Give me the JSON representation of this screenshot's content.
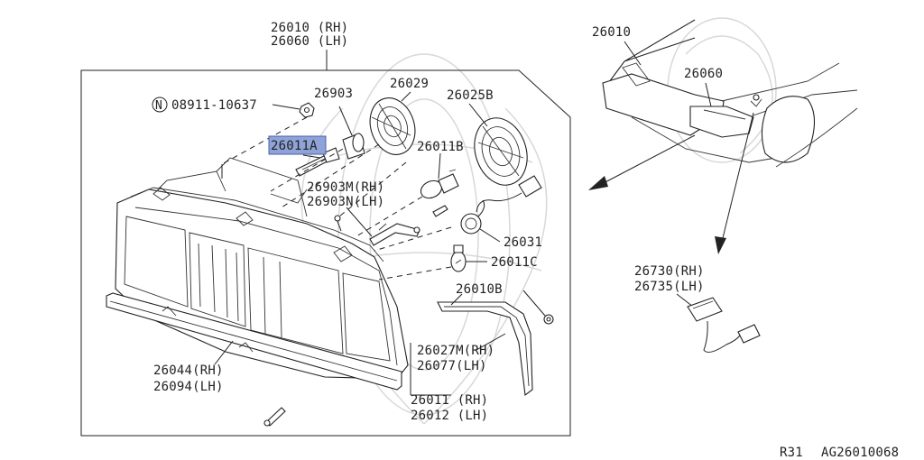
{
  "labels": {
    "assy_rh": "26010 (RH)",
    "assy_lh": "26060 (LH)",
    "nut_number": "08911-10637",
    "nut_symbol": "N",
    "p26903": "26903",
    "p26029": "26029",
    "p26025b": "26025B",
    "p26011a": "26011A",
    "p26011b": "26011B",
    "p26903m": "26903M(RH)",
    "p26903n": "26903N(LH)",
    "p26031": "26031",
    "p26011c": "26011C",
    "p26010b": "26010B",
    "p26027m": "26027M(RH)",
    "p26077": "26077(LH)",
    "p26011": "26011 (RH)",
    "p26012": "26012 (LH)",
    "p26044": "26044(RH)",
    "p26094": "26094(LH)",
    "car_26010": "26010",
    "car_26060": "26060",
    "p26730": "26730(RH)",
    "p26735": "26735(LH)"
  },
  "footer": {
    "page_ref": "R31",
    "diagram_code": "AG26010068"
  },
  "colors": {
    "highlight": "#8fa3d8",
    "line": "#222222",
    "watermark": "#d8d8d8"
  }
}
